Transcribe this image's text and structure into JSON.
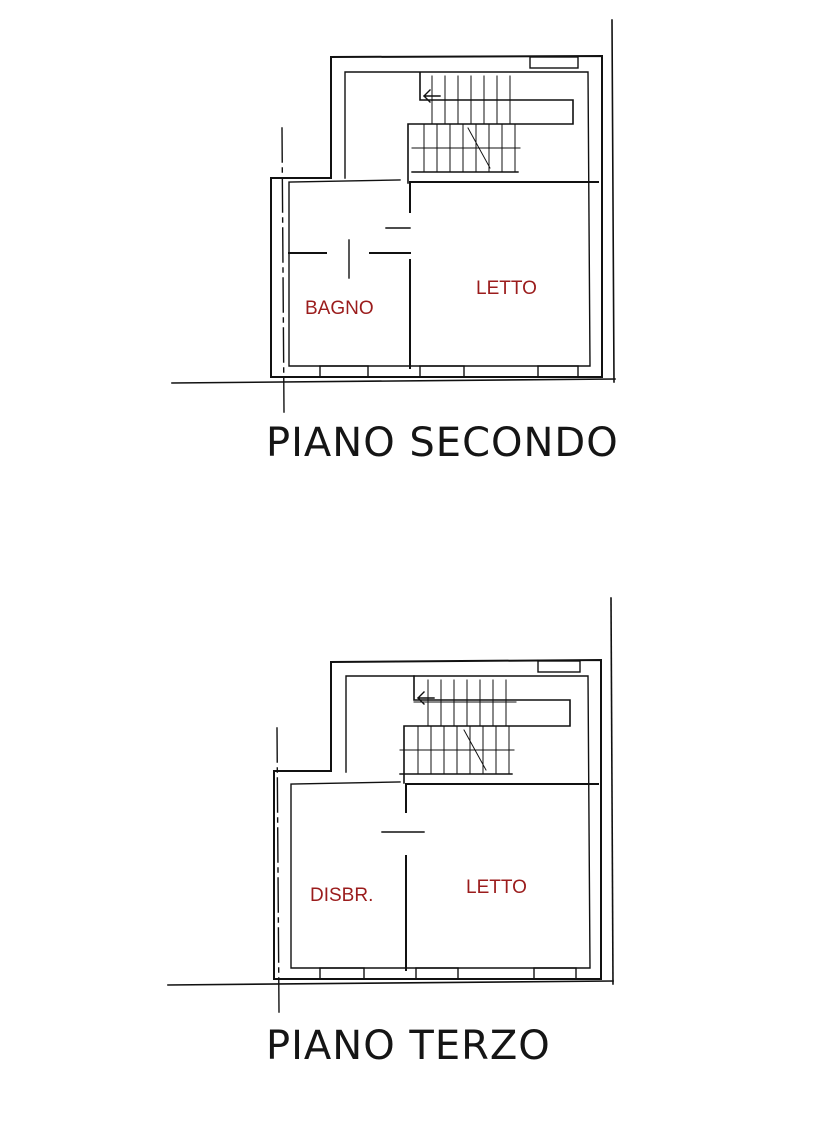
{
  "floors": [
    {
      "title": "PIANO SECONDO",
      "rooms": [
        "BAGNO",
        "LETTO"
      ]
    },
    {
      "title": "PIANO TERZO",
      "rooms": [
        "DISBR.",
        "LETTO"
      ]
    }
  ],
  "colors": {
    "wall": "#111111",
    "room_label": "#9b1c1c",
    "title": "#151515"
  }
}
